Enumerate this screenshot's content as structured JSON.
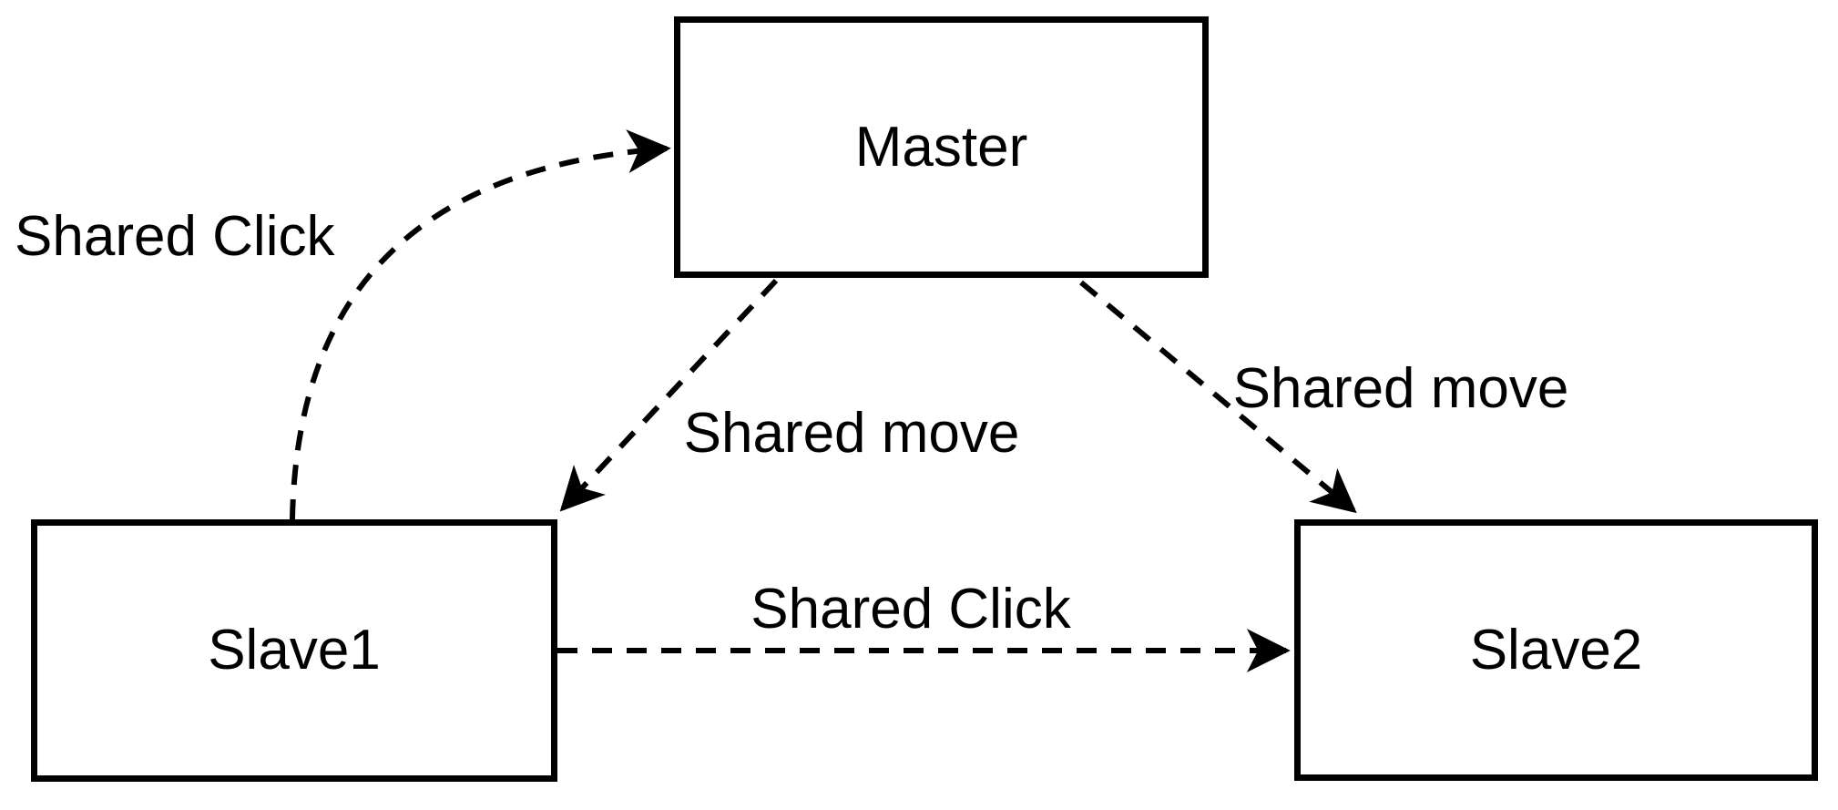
{
  "diagram": {
    "background_color": "#ffffff",
    "stroke_color": "#000000",
    "nodes": [
      {
        "id": "master",
        "label": "Master"
      },
      {
        "id": "slave1",
        "label": "Slave1"
      },
      {
        "id": "slave2",
        "label": "Slave2"
      }
    ],
    "edges": [
      {
        "id": "shared-click-slave1-to-master",
        "from": "slave1",
        "to": "master",
        "label": "Shared Click",
        "line_style": "dashed-curved-arrow"
      },
      {
        "id": "shared-move-master-to-slave1",
        "from": "master",
        "to": "slave1",
        "label": "Shared move",
        "line_style": "dashed-arrow"
      },
      {
        "id": "shared-move-master-to-slave2",
        "from": "master",
        "to": "slave2",
        "label": "Shared move",
        "line_style": "dashed-arrow"
      },
      {
        "id": "shared-click-slave1-to-slave2",
        "from": "slave1",
        "to": "slave2",
        "label": "Shared Click",
        "line_style": "dashed-arrow"
      }
    ]
  }
}
